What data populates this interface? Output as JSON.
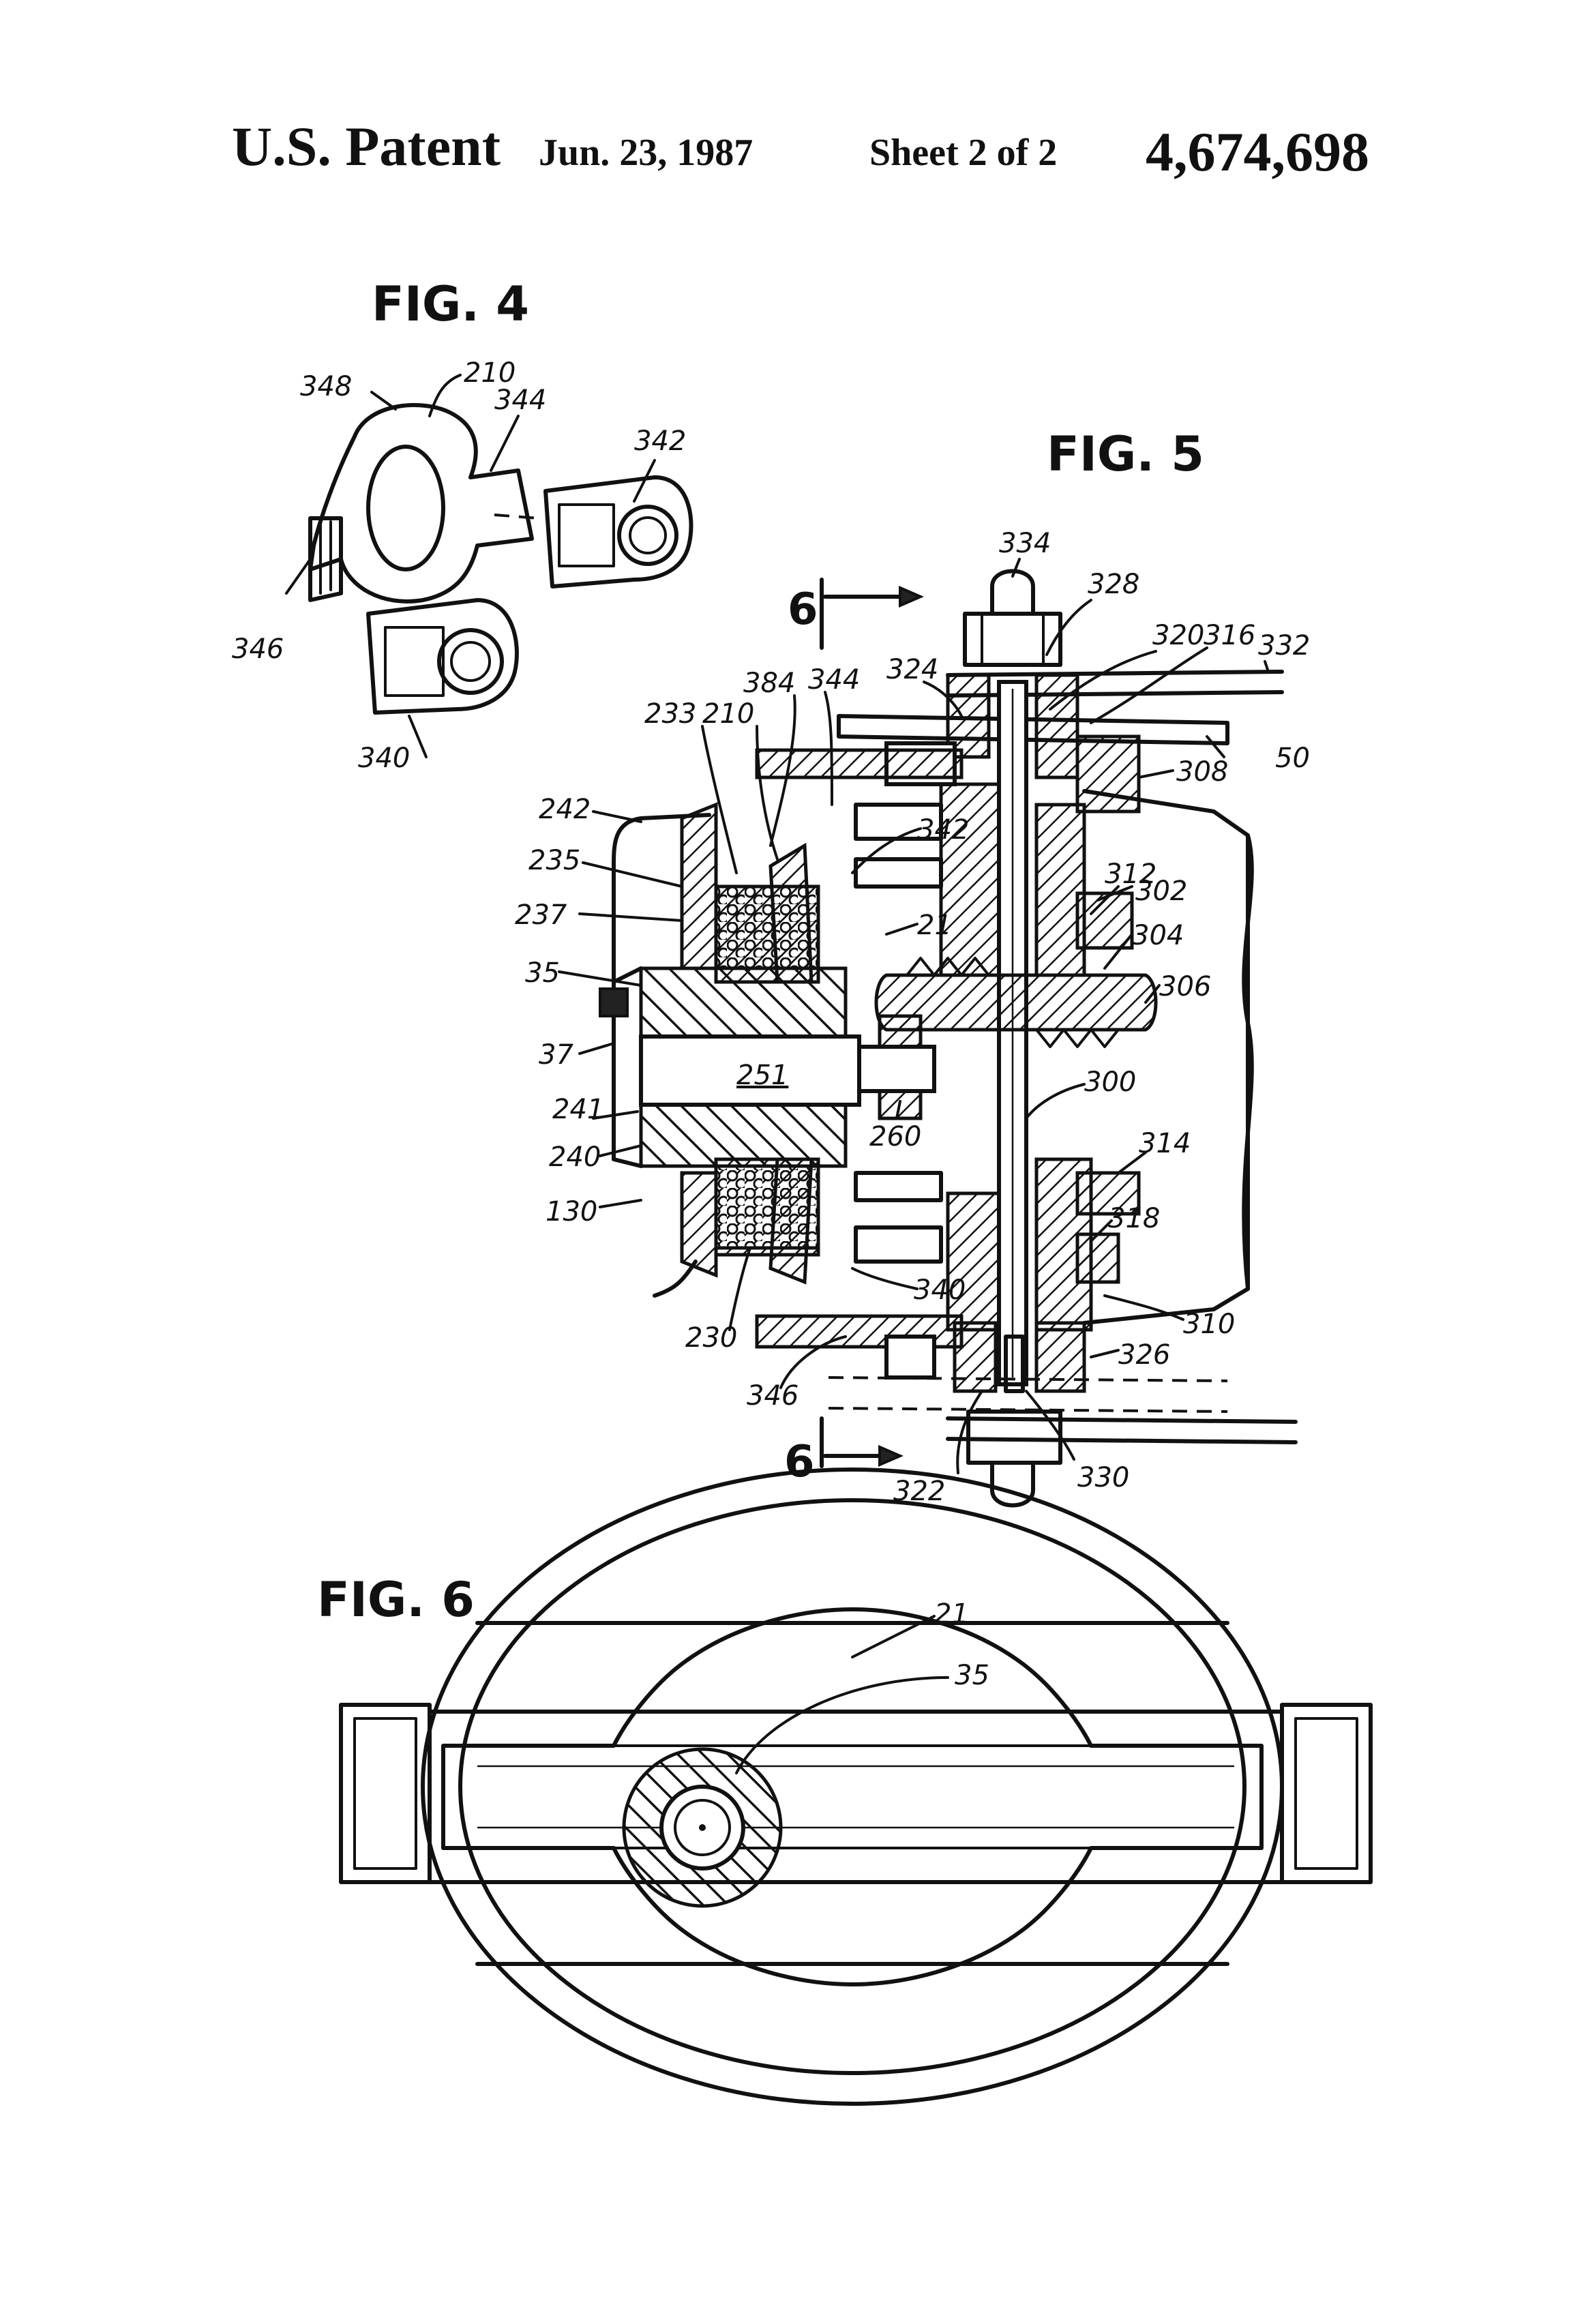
{
  "header": {
    "title": "U.S. Patent",
    "date": "Jun. 23, 1987",
    "sheet": "Sheet 2 of 2",
    "patent_number": "4,674,698"
  },
  "figures": {
    "fig4": "FIG. 4",
    "fig5": "FIG. 5",
    "fig6": "FIG. 6"
  },
  "section_markers": {
    "top": "6",
    "bottom": "6"
  },
  "fig4_callouts": {
    "c348": "348",
    "c210": "210",
    "c344": "344",
    "c342": "342",
    "c346": "346",
    "c340": "340"
  },
  "fig5_callouts": {
    "c334": "334",
    "c328": "328",
    "c320": "320",
    "c316": "316",
    "c332": "332",
    "c324": "324",
    "c344": "344",
    "c384": "384",
    "c210": "210",
    "c233": "233",
    "c50": "50",
    "c308": "308",
    "c242": "242",
    "c342": "342",
    "c235": "235",
    "c312": "312",
    "c302": "302",
    "c237": "237",
    "c21": "21",
    "c304": "304",
    "c35": "35",
    "c306": "306",
    "c251": "251",
    "c37": "37",
    "c300": "300",
    "c241": "241",
    "c260": "260",
    "c240": "240",
    "c314": "314",
    "c130": "130",
    "c318": "318",
    "c340": "340",
    "c310": "310",
    "c230": "230",
    "c326": "326",
    "c346": "346",
    "c322": "322",
    "c330": "330"
  },
  "fig6_callouts": {
    "c21": "21",
    "c35": "35"
  }
}
